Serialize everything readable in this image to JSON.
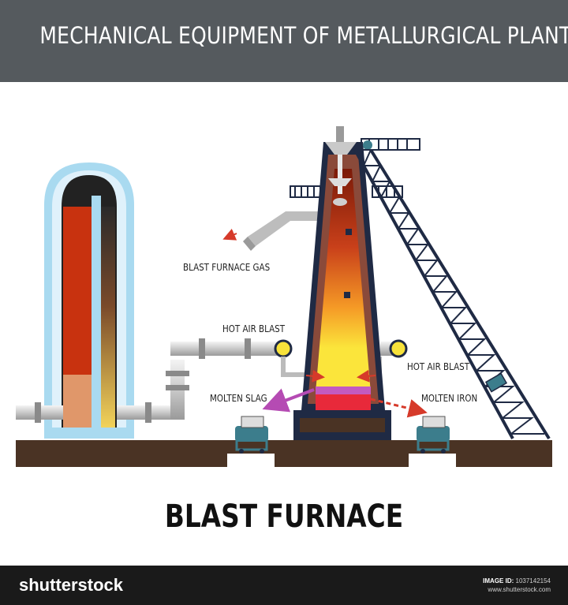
{
  "header": {
    "title": "MECHANICAL EQUIPMENT OF METALLURGICAL PLANTS"
  },
  "diagram": {
    "labels": {
      "gas": "BLAST FURNACE GAS",
      "hot_air_left": "HOT AIR BLAST",
      "hot_air_right": "HOT AIR BLAST",
      "slag": "MOLTEN SLAG",
      "iron": "MOLTEN  IRON"
    },
    "title": "BLAST FURNACE"
  },
  "footer": {
    "logo": "shutterstock",
    "image_id_label": "IMAGE ID:",
    "image_id": "1037142154",
    "site": "www.shutterstock.com"
  },
  "colors": {
    "header_bg": "#555a5e",
    "stove_blue": "#a9daf0",
    "hot_red": "#c8320f",
    "molten_yellow": "#f7e23a",
    "structure_navy": "#1f2a44",
    "ground_brown": "#4a3324",
    "slag_purple": "#b54bb3"
  }
}
